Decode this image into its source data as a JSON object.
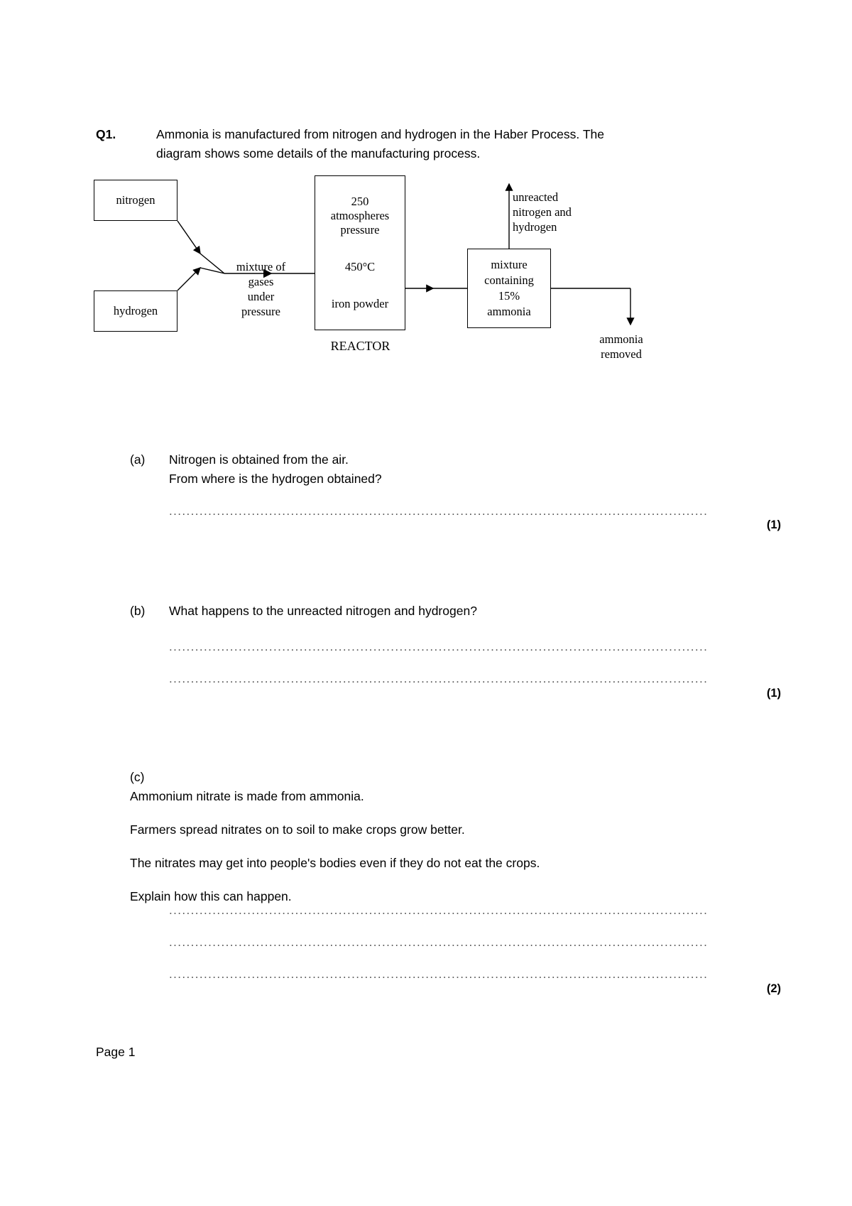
{
  "question": {
    "number": "Q1.",
    "stem_line1": "Ammonia is manufactured from nitrogen and hydrogen in the Haber Process. The",
    "stem_line2": "diagram shows some details of the manufacturing process."
  },
  "diagram": {
    "nitrogen_box": "nitrogen",
    "hydrogen_box": "hydrogen",
    "mixture_label_line1": "mixture of",
    "mixture_label_line2": "gases",
    "mixture_label_line3": "under",
    "mixture_label_line4": "pressure",
    "reactor": {
      "pressure_value": "250",
      "pressure_units": "atmospheres",
      "pressure_word": "pressure",
      "temperature": "450°C",
      "catalyst": "iron powder",
      "caption": "REACTOR"
    },
    "product_box": {
      "line1": "mixture",
      "line2": "containing",
      "line3": "15%",
      "line4": "ammonia"
    },
    "unreacted_label_line1": "unreacted",
    "unreacted_label_line2": "nitrogen and",
    "unreacted_label_line3": "hydrogen",
    "removed_label_line1": "ammonia",
    "removed_label_line2": "removed"
  },
  "parts": {
    "a": {
      "label": "(a)",
      "line1": "Nitrogen is obtained from the air.",
      "line2": "From where is the hydrogen obtained?",
      "marks": "(1)",
      "answer_lines": 1
    },
    "b": {
      "label": "(b)",
      "line1": "What happens to the unreacted nitrogen and hydrogen?",
      "marks": "(1)",
      "answer_lines": 2
    },
    "c": {
      "label": "(c)",
      "line1": "Ammonium nitrate is made from ammonia.",
      "line2": "Farmers spread nitrates on to soil to make crops grow better.",
      "line3": "The nitrates may get into people's bodies even if they do not eat the crops.",
      "line4": "Explain how this can happen.",
      "marks": "(2)",
      "answer_lines": 3
    }
  },
  "footer": {
    "page_label": "Page 1"
  },
  "dots": {
    "run": "......................................................................................................................................................."
  }
}
